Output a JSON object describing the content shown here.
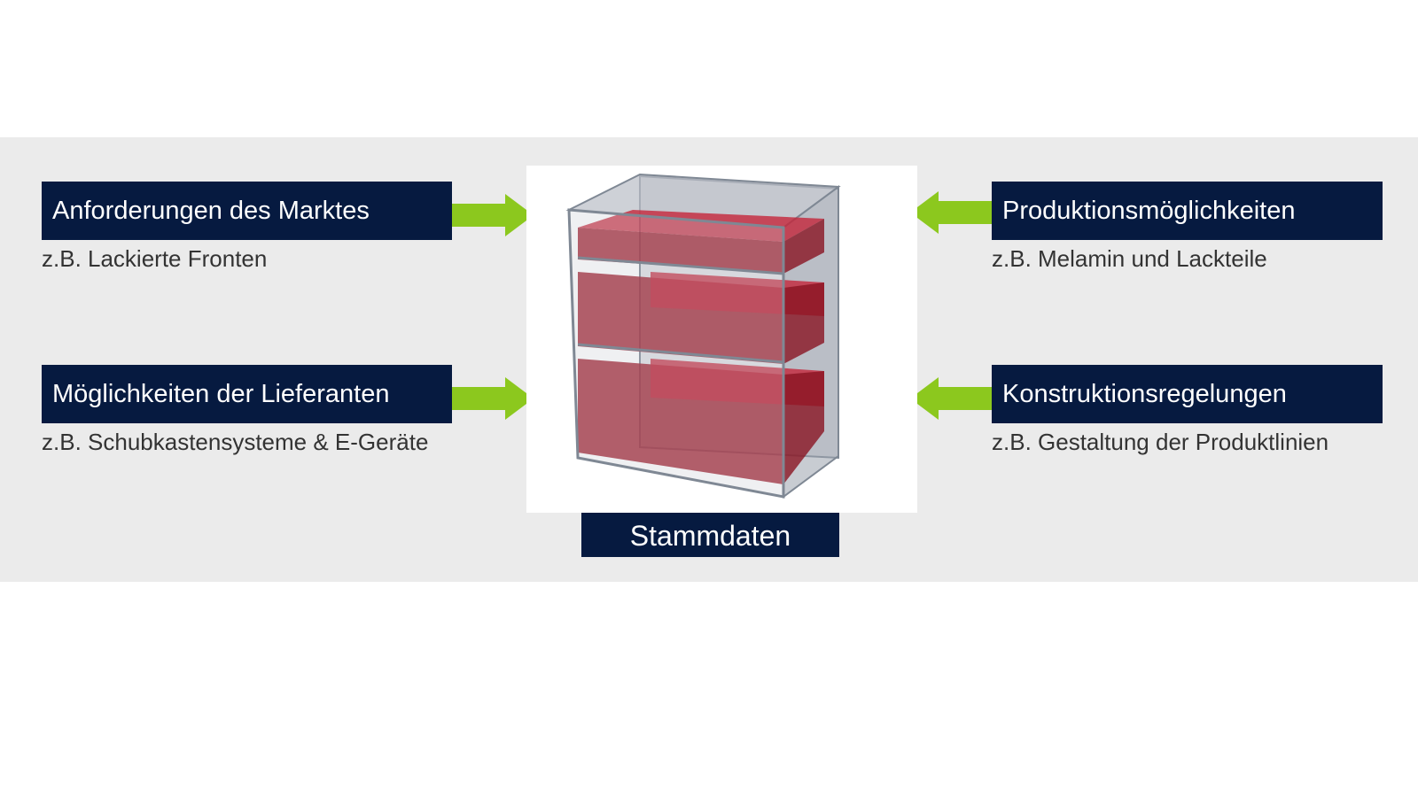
{
  "colors": {
    "band": "#ebebeb",
    "label_bg": "#061a40",
    "label_text": "#ffffff",
    "arrow": "#8cc81e",
    "cabinet_frame": "#8a94a3",
    "drawer_red": "#b01e2d"
  },
  "left": [
    {
      "title": "Anforderungen des Marktes",
      "example": "z.B. Lackierte Fronten"
    },
    {
      "title": "Möglichkeiten der Lieferanten",
      "example": "z.B. Schubkastensysteme & E-Geräte"
    }
  ],
  "right": [
    {
      "title": "Produktionsmöglichkeiten",
      "example": "z.B. Melamin und Lackteile"
    },
    {
      "title": "Konstruktionsregelungen",
      "example": "z.B. Gestaltung der Produktlinien"
    }
  ],
  "center": {
    "label": "Stammdaten",
    "image": "cabinet-with-drawers-illustration"
  }
}
